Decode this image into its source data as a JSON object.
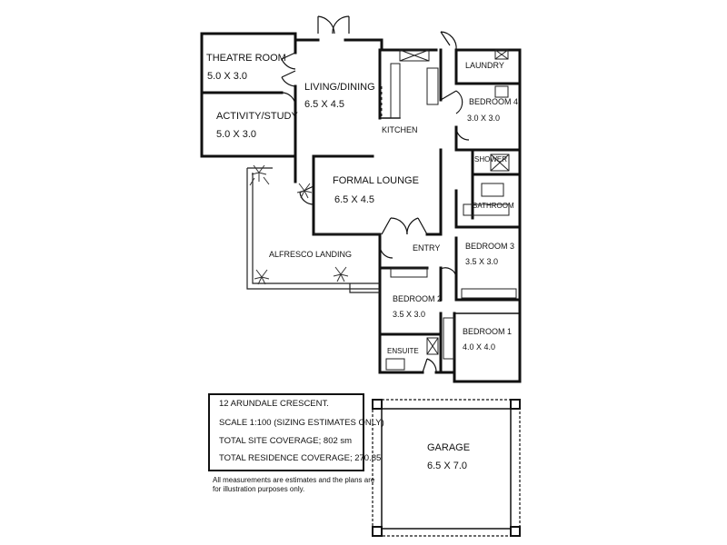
{
  "rooms": {
    "theatre": {
      "name": "THEATRE ROOM",
      "size": "5.0 X 3.0"
    },
    "activity": {
      "name": "ACTIVITY/STUDY",
      "size": "5.0 X 3.0"
    },
    "living": {
      "name": "LIVING/DINING",
      "size": "6.5 X 4.5"
    },
    "kitchen": {
      "name": "KITCHEN"
    },
    "laundry": {
      "name": "LAUNDRY"
    },
    "bedroom4": {
      "name": "BEDROOM 4",
      "size": "3.0 X 3.0"
    },
    "shower": {
      "name": "SHOWER"
    },
    "bathroom": {
      "name": "BATHROOM"
    },
    "formal": {
      "name": "FORMAL LOUNGE",
      "size": "6.5 X 4.5"
    },
    "alfresco": {
      "name": "ALFRESCO LANDING"
    },
    "entry": {
      "name": "ENTRY"
    },
    "bedroom3": {
      "name": "BEDROOM 3",
      "size": "3.5 X 3.0"
    },
    "bedroom2": {
      "name": "BEDROOM 2",
      "size": "3.5 X 3.0"
    },
    "bedroom1": {
      "name": "BEDROOM 1",
      "size": "4.0 X 4.0"
    },
    "ensuite": {
      "name": "ENSUITE"
    },
    "garage": {
      "name": "GARAGE",
      "size": "6.5 X 7.0"
    }
  },
  "info": {
    "address": "12 ARUNDALE CRESCENT.",
    "scale": "SCALE 1:100 (SIZING ESTIMATES ONLY)",
    "site": "TOTAL SITE COVERAGE; 802 sm",
    "residence": "TOTAL RESIDENCE COVERAGE; 270.85"
  },
  "disclaimer": "All measurements are estimates and the plans are for illustration purposes only."
}
